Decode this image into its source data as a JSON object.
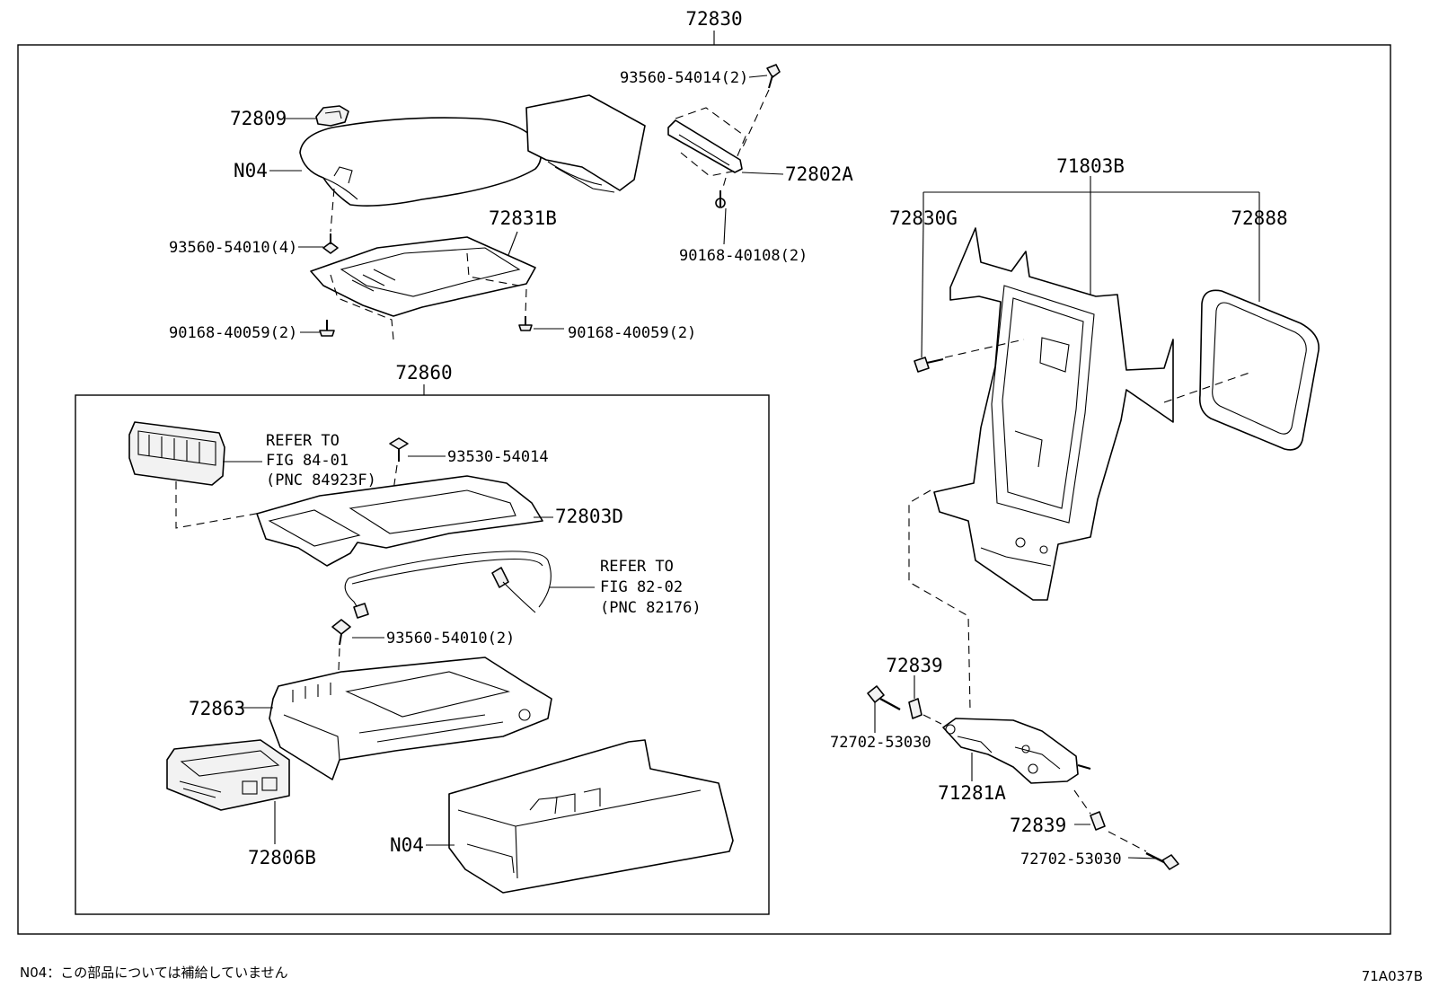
{
  "labels": {
    "assembly": "72830",
    "screw_93560_54014": "93560-54014(2)",
    "cap_72809": "72809",
    "n04_lid": "N04",
    "hinge_72802A": "72802A",
    "screw_93560_54010_4": "93560-54010(4)",
    "bolt_90168_40108": "90168-40108(2)",
    "panel_72831B": "72831B",
    "bolt_90168_40059_left": "90168-40059(2)",
    "bolt_90168_40059_right": "90168-40059(2)",
    "sub_assembly_72860": "72860",
    "refer_84_line1": "REFER TO",
    "refer_84_line2": "FIG 84-01",
    "refer_84_line3": "(PNC 84923F)",
    "screw_93530_54014": "93530-54014",
    "bezel_72803D": "72803D",
    "refer_82_line1": "REFER TO",
    "refer_82_line2": "FIG 82-02",
    "refer_82_line3": "(PNC 82176)",
    "screw_93560_54010_2": "93560-54010(2)",
    "box_72863": "72863",
    "holder_72806B": "72806B",
    "n04_tray": "N04",
    "frame_71803B": "71803B",
    "clip_72830G": "72830G",
    "seal_72888": "72888",
    "bushing_72839_top": "72839",
    "bolt_72702_53030_top": "72702-53030",
    "bracket_71281A": "71281A",
    "bushing_72839_bottom": "72839",
    "bolt_72702_53030_bottom": "72702-53030"
  },
  "footer": {
    "note": "N04：この部品については補給していません",
    "figure_code": "71A037B"
  }
}
